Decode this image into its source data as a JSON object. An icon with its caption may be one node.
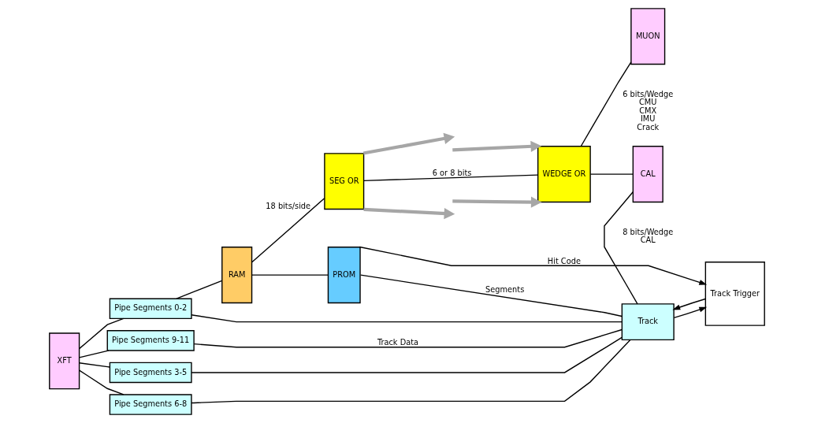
{
  "diagram": {
    "nodes": [
      {
        "text": [
          "XFT"
        ]
      },
      {
        "text": [
          "Pipe Segments 0-2"
        ]
      },
      {
        "text": [
          "Pipe Segments 3-5"
        ]
      },
      {
        "text": [
          "Pipe Segments 6-8"
        ]
      },
      {
        "text": [
          "Pipe Segments 9-11"
        ]
      },
      {
        "text": [
          "RAM"
        ]
      },
      {
        "text": [
          "SEG OR"
        ]
      },
      {
        "text": [
          "WEDGE OR"
        ]
      },
      {
        "text": [
          "MUON"
        ],
        "beside": [
          "6 bits/Wedge",
          "CMU",
          "CMX",
          "IMU",
          "Crack"
        ]
      },
      {
        "text": [
          "CAL"
        ],
        "beside": [
          "8 bits/Wedge",
          "CAL"
        ]
      },
      {
        "text": [
          "PROM"
        ]
      },
      {
        "text": [
          "Track"
        ]
      },
      {
        "text": [
          "Track Trigger"
        ]
      }
    ],
    "edges": [
      {
        "from": 0,
        "to": 1,
        "arrow": "none"
      },
      {
        "from": 0,
        "to": 2,
        "arrow": "none"
      },
      {
        "from": 0,
        "to": 3,
        "arrow": "none"
      },
      {
        "from": 0,
        "to": 4,
        "arrow": "none"
      },
      {
        "from": 1,
        "to": 5,
        "arrow": "none"
      },
      {
        "from": 5,
        "to": 6,
        "label": "18 bits/side",
        "arrow": "none"
      },
      {
        "from": 5,
        "to": 10,
        "arrow": "none"
      },
      {
        "from": 1,
        "to": 11,
        "arrow": "none"
      },
      {
        "from": 2,
        "to": 11,
        "arrow": "none"
      },
      {
        "from": 3,
        "to": 11,
        "arrow": "none"
      },
      {
        "from": 4,
        "to": 11,
        "label": "Track Data",
        "arrow": "none"
      },
      {
        "from": 6,
        "to": 7,
        "label": "6 or 8 bits",
        "arrow": "none"
      },
      {
        "from": 6,
        "to": null,
        "arrow": "to",
        "style": "thick",
        "color": "#a6a6a6"
      },
      {
        "from": 6,
        "to": null,
        "arrow": "to",
        "style": "thick",
        "color": "#a6a6a6"
      },
      {
        "from": null,
        "to": 7,
        "arrow": "to",
        "style": "thick",
        "color": "#a6a6a6"
      },
      {
        "from": null,
        "to": 7,
        "arrow": "to",
        "style": "thick",
        "color": "#a6a6a6"
      },
      {
        "from": 7,
        "to": 8,
        "arrow": "none"
      },
      {
        "from": 7,
        "to": 9,
        "arrow": "none"
      },
      {
        "from": 9,
        "to": 11,
        "arrow": "none"
      },
      {
        "from": 10,
        "to": 12,
        "label": "Hit Code",
        "arrow": "to"
      },
      {
        "from": 10,
        "to": 11,
        "label": "Segments",
        "arrow": "none"
      },
      {
        "from": 12,
        "to": 11,
        "arrow": "to"
      },
      {
        "from": 11,
        "to": 12,
        "arrow": "to"
      }
    ]
  }
}
